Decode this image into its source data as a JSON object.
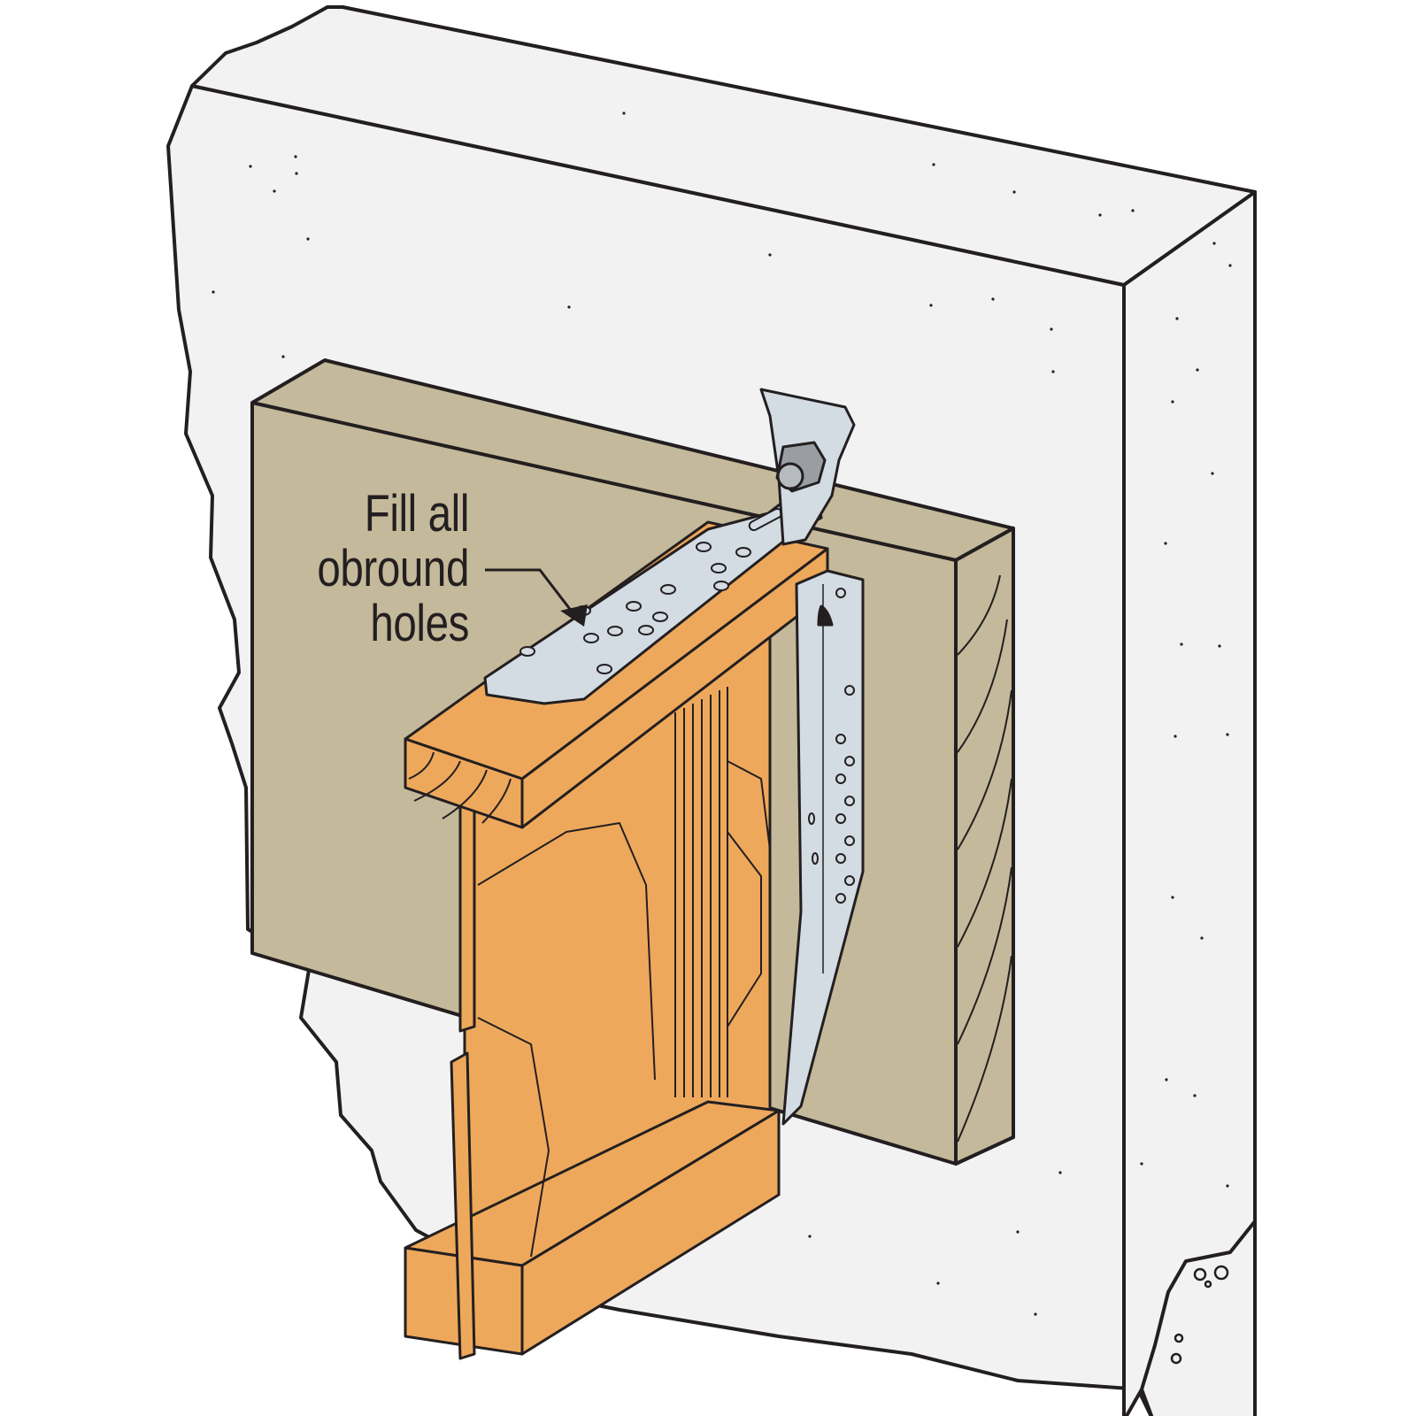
{
  "figure": {
    "type": "technical-illustration",
    "subject": "I-joist hanger with bolt strap fastened to wood ledger on concrete wall",
    "colors": {
      "concrete": "#f2f2f2",
      "ledger": "#c4b99a",
      "joist_wood": "#eea85b",
      "steel": "#d3dbe3",
      "bolt": "#9a9ea3",
      "outline": "#231f20",
      "background": "#ffffff"
    }
  },
  "callout": {
    "lines": [
      "Fill all",
      "obround",
      "holes"
    ],
    "text": "Fill all obround holes",
    "target": "obround holes in top flange strap"
  },
  "components": [
    {
      "name": "concrete-wall",
      "label": ""
    },
    {
      "name": "wood-ledger",
      "label": ""
    },
    {
      "name": "i-joist",
      "label": ""
    },
    {
      "name": "top-strap",
      "label": ""
    },
    {
      "name": "anchor-bolt-nut",
      "label": ""
    },
    {
      "name": "side-strap",
      "label": ""
    }
  ]
}
